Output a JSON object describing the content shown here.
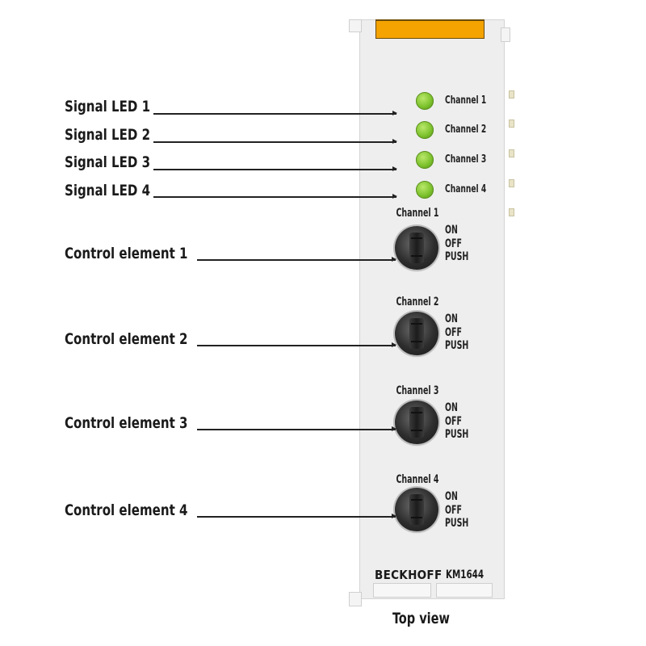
{
  "callouts": {
    "signal_led_1": "Signal LED 1",
    "signal_led_2": "Signal LED 2",
    "signal_led_3": "Signal LED 3",
    "signal_led_4": "Signal LED 4",
    "control_element_1": "Control element 1",
    "control_element_2": "Control element 2",
    "control_element_3": "Control element 3",
    "control_element_4": "Control element 4"
  },
  "module": {
    "housing_color": "#eeeeee",
    "release_tab_color": "#f5a300",
    "led_color": "#7cc12c",
    "leds": [
      {
        "label": "Channel 1"
      },
      {
        "label": "Channel 2"
      },
      {
        "label": "Channel 3"
      },
      {
        "label": "Channel 4"
      }
    ],
    "switches": [
      {
        "label": "Channel 1",
        "positions": [
          "ON",
          "OFF",
          "PUSH"
        ]
      },
      {
        "label": "Channel 2",
        "positions": [
          "ON",
          "OFF",
          "PUSH"
        ]
      },
      {
        "label": "Channel 3",
        "positions": [
          "ON",
          "OFF",
          "PUSH"
        ]
      },
      {
        "label": "Channel 4",
        "positions": [
          "ON",
          "OFF",
          "PUSH"
        ]
      }
    ],
    "brand": "BECKHOFF",
    "model": "KM1644"
  },
  "caption": "Top view"
}
